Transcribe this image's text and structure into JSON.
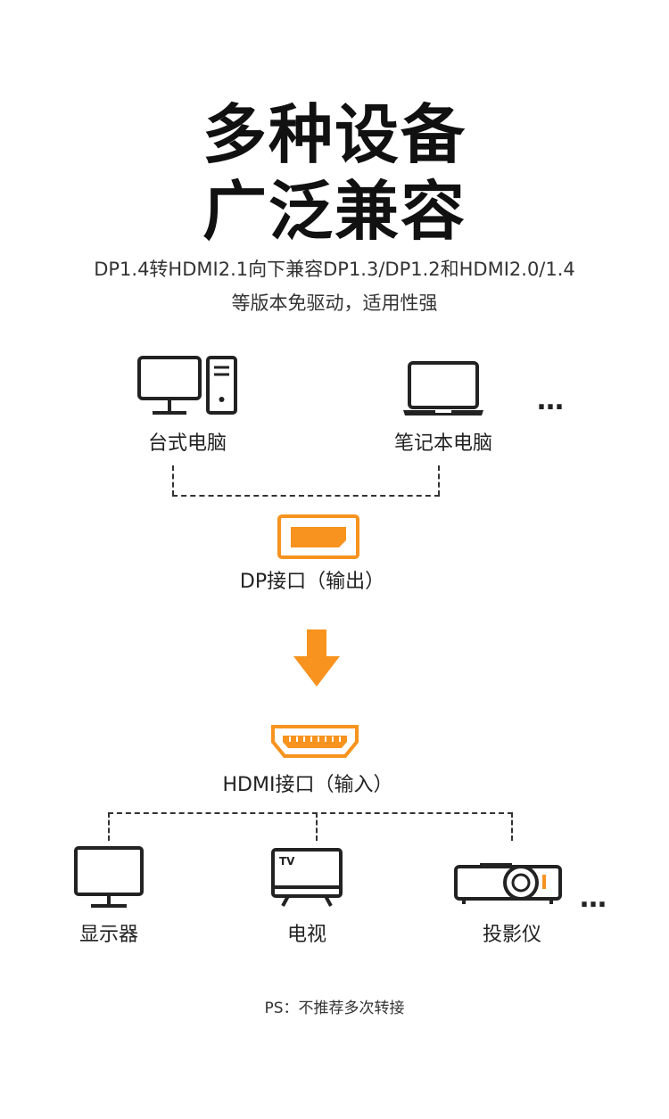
{
  "heading": {
    "line1": "多种设备",
    "line2": "广泛兼容"
  },
  "description": {
    "line1": "DP1.4转HDMI2.1向下兼容DP1.3/DP1.2和HDMI2.0/1.4",
    "line2": "等版本免驱动，适用性强"
  },
  "sources": {
    "desktop_label": "台式电脑",
    "laptop_label": "笔记本电脑",
    "more": "…"
  },
  "dp_port": {
    "label": "DP接口（输出）"
  },
  "hdmi_port": {
    "label": "HDMI接口（输入）"
  },
  "outputs": {
    "monitor_label": "显示器",
    "tv_label": "电视",
    "tv_icon_text": "TV",
    "projector_label": "投影仪",
    "more": "…"
  },
  "footnote": "PS：不推荐多次转接",
  "colors": {
    "accent": "#F7931E",
    "text": "#222222",
    "line": "#333333"
  }
}
